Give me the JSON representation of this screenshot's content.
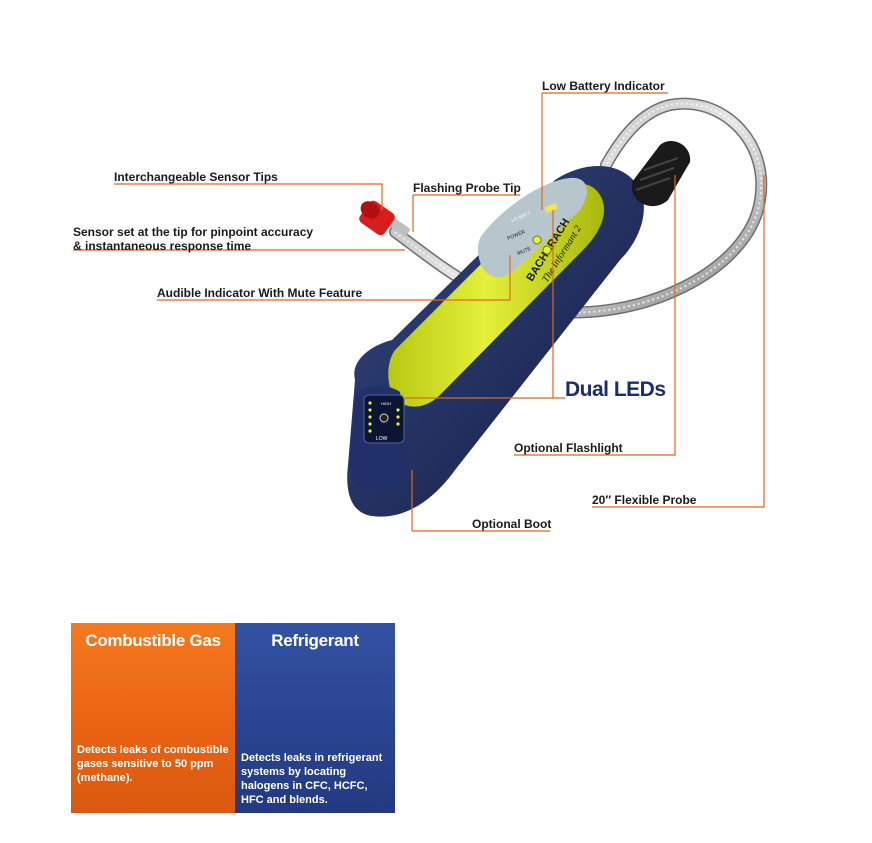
{
  "callouts": {
    "low_battery": "Low Battery Indicator",
    "sensor_tips": "Interchangeable Sensor Tips",
    "flashing_tip": "Flashing Probe Tip",
    "sensor_set": "Sensor set at the tip for pinpoint accuracy & instantaneous response time",
    "audible": "Audible Indicator With Mute Feature",
    "dual_leds": "Dual LEDs",
    "flashlight": "Optional Flashlight",
    "flexible_probe": "20″ Flexible Probe",
    "boot": "Optional Boot"
  },
  "device": {
    "brand": "BACHARACH",
    "model": "The Informant 2",
    "btn_power": "POWER",
    "btn_mute": "MUTE",
    "lo_batt": "LO BATT",
    "led_high": "HIGH",
    "led_low": "LOW"
  },
  "panels": {
    "combustible": {
      "title": "Combustible Gas",
      "text": "Detects leaks of combustible gases sensitive to 50 ppm (methane)."
    },
    "refrigerant": {
      "title": "Refrigerant",
      "text": "Detects leaks in refrigerant systems by locating halogens in CFC, HCFC, HFC and blends."
    }
  },
  "colors": {
    "leader": "#e8651a",
    "device_yellow": "#d7e62a",
    "device_navy": "#1f2d5e",
    "panel_orange": "#ea6212",
    "panel_blue": "#2a4592"
  }
}
